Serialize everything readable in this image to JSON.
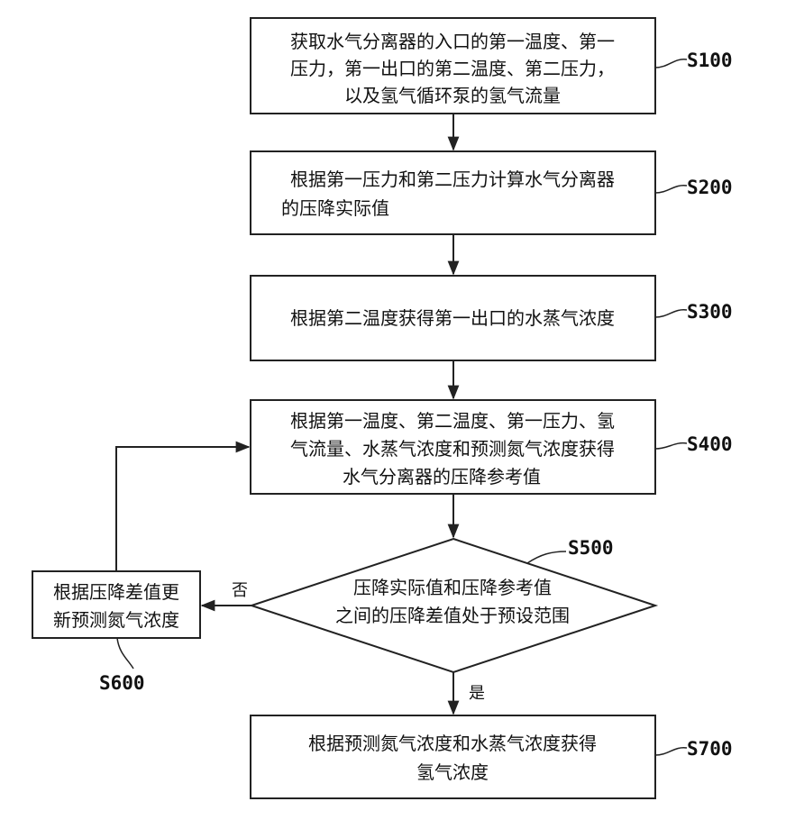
{
  "steps": {
    "s100": {
      "id": "S100",
      "lines": [
        "获取水气分离器的入口的第一温度、第一",
        "压力，第一出口的第二温度、第二压力，",
        "以及氢气循环泵的氢气流量"
      ]
    },
    "s200": {
      "id": "S200",
      "lines": [
        "根据第一压力和第二压力计算水气分离器",
        "的压降实际值"
      ]
    },
    "s300": {
      "id": "S300",
      "lines": [
        "根据第二温度获得第一出口的水蒸气浓度"
      ]
    },
    "s400": {
      "id": "S400",
      "lines": [
        "根据第一温度、第二温度、第一压力、氢",
        "气流量、水蒸气浓度和预测氮气浓度获得",
        "水气分离器的压降参考值"
      ]
    },
    "s500": {
      "id": "S500",
      "lines": [
        "压降实际值和压降参考值",
        "之间的压降差值处于预设范围"
      ]
    },
    "s600": {
      "id": "S600",
      "lines": [
        "根据压降差值更",
        "新预测氮气浓度"
      ]
    },
    "s700": {
      "id": "S700",
      "lines": [
        "根据预测氮气浓度和水蒸气浓度获得",
        "氢气浓度"
      ]
    }
  },
  "edges": {
    "no_label": "否",
    "yes_label": "是"
  }
}
